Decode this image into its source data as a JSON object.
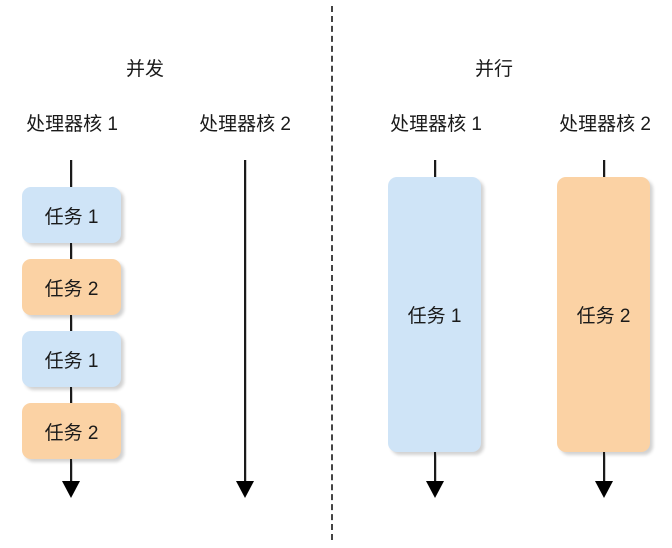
{
  "diagram": {
    "title_left": "并发",
    "title_right": "并行",
    "divider": {
      "style": "dashed",
      "color": "#444444"
    },
    "colors": {
      "task1_fill": "#cfe4f7",
      "task2_fill": "#fbd2a4",
      "line": "#1a1a1a",
      "background": "#ffffff",
      "text": "#1a1a1a"
    }
  },
  "left_panel": {
    "title": "并发",
    "cores": [
      {
        "label": "处理器核 1",
        "tasks": [
          {
            "label": "任务 1",
            "color": "blue"
          },
          {
            "label": "任务 2",
            "color": "orange"
          },
          {
            "label": "任务 1",
            "color": "blue"
          },
          {
            "label": "任务 2",
            "color": "orange"
          }
        ]
      },
      {
        "label": "处理器核 2",
        "tasks": []
      }
    ]
  },
  "right_panel": {
    "title": "并行",
    "cores": [
      {
        "label": "处理器核 1",
        "tasks": [
          {
            "label": "任务 1",
            "color": "blue"
          }
        ]
      },
      {
        "label": "处理器核 2",
        "tasks": [
          {
            "label": "任务 2",
            "color": "orange"
          }
        ]
      }
    ]
  }
}
